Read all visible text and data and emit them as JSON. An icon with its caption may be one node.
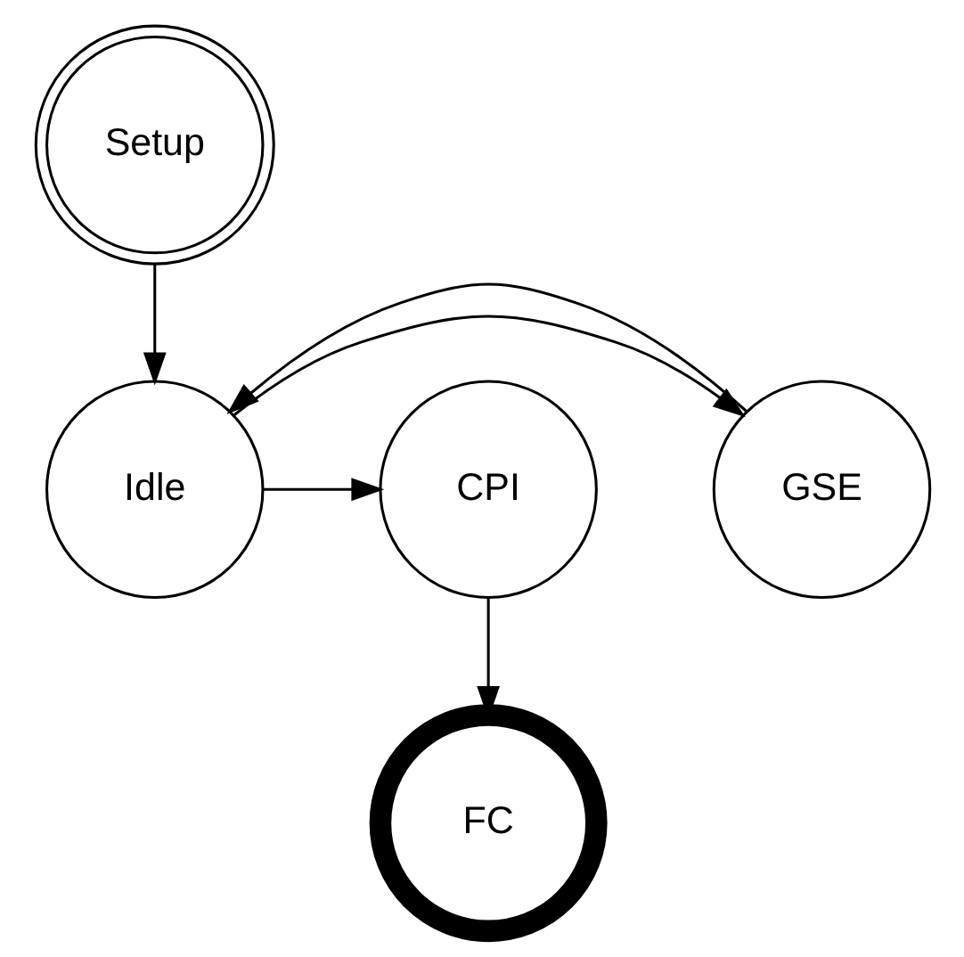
{
  "diagram": {
    "nodes": [
      {
        "text": [
          "Setup"
        ]
      },
      {
        "text": [
          "GSE"
        ]
      },
      {
        "text": [
          "Idle"
        ]
      },
      {
        "text": [
          "CPI"
        ]
      },
      {
        "text": [
          "FC"
        ]
      }
    ],
    "edges": [
      {
        "from": 0,
        "to": 2,
        "arrow": "to"
      },
      {
        "from": 2,
        "to": 1,
        "arrow": "to"
      },
      {
        "from": 1,
        "to": 2,
        "arrow": "to"
      },
      {
        "from": 2,
        "to": 3,
        "arrow": "to"
      },
      {
        "from": 3,
        "to": 4,
        "arrow": "to"
      }
    ]
  }
}
